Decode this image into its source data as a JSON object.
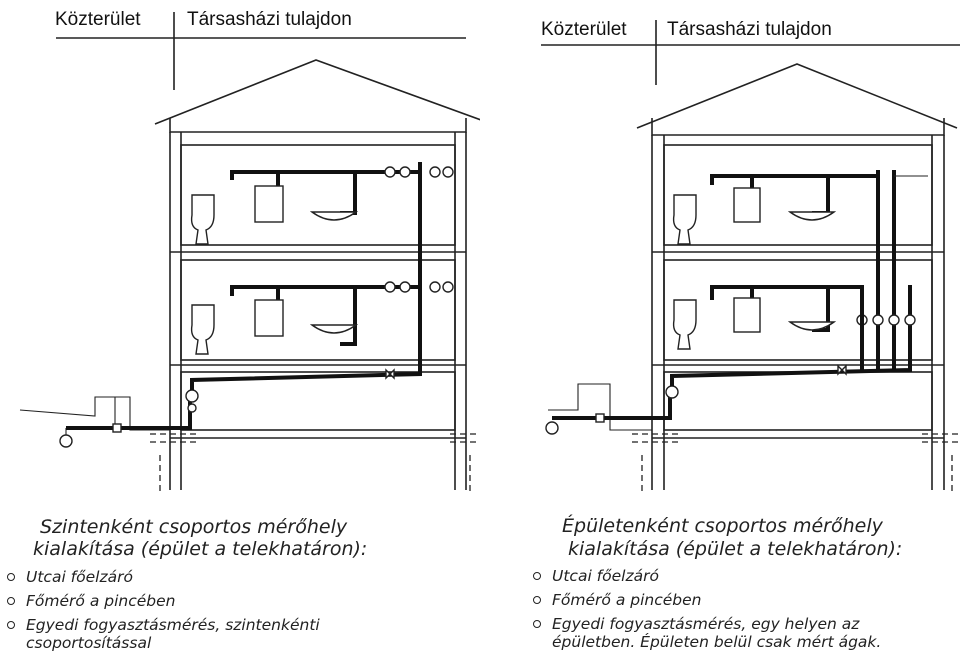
{
  "left": {
    "label_public": "Közterület",
    "label_private": "Társasházi tulajdon",
    "caption_line1": "Szintenként csoportos mérőhely",
    "caption_line2": "kialakítása (épület a telekhatáron):",
    "bullets": [
      "Utcai főelzáró",
      "Főmérő a pincében",
      "Egyedi fogyasztásmérés, szintenkénti",
      "csoportosítással"
    ]
  },
  "right": {
    "label_public": "Közterület",
    "label_private": "Társasházi tulajdon",
    "caption_line1": "Épületenként csoportos mérőhely",
    "caption_line2": "kialakítása (épület a telekhatáron):",
    "bullets": [
      "Utcai főelzáró",
      "Főmérő a pincében",
      "Egyedi fogyasztásmérés, egy helyen az",
      "épületben. Épületen belül csak mért ágak."
    ]
  }
}
